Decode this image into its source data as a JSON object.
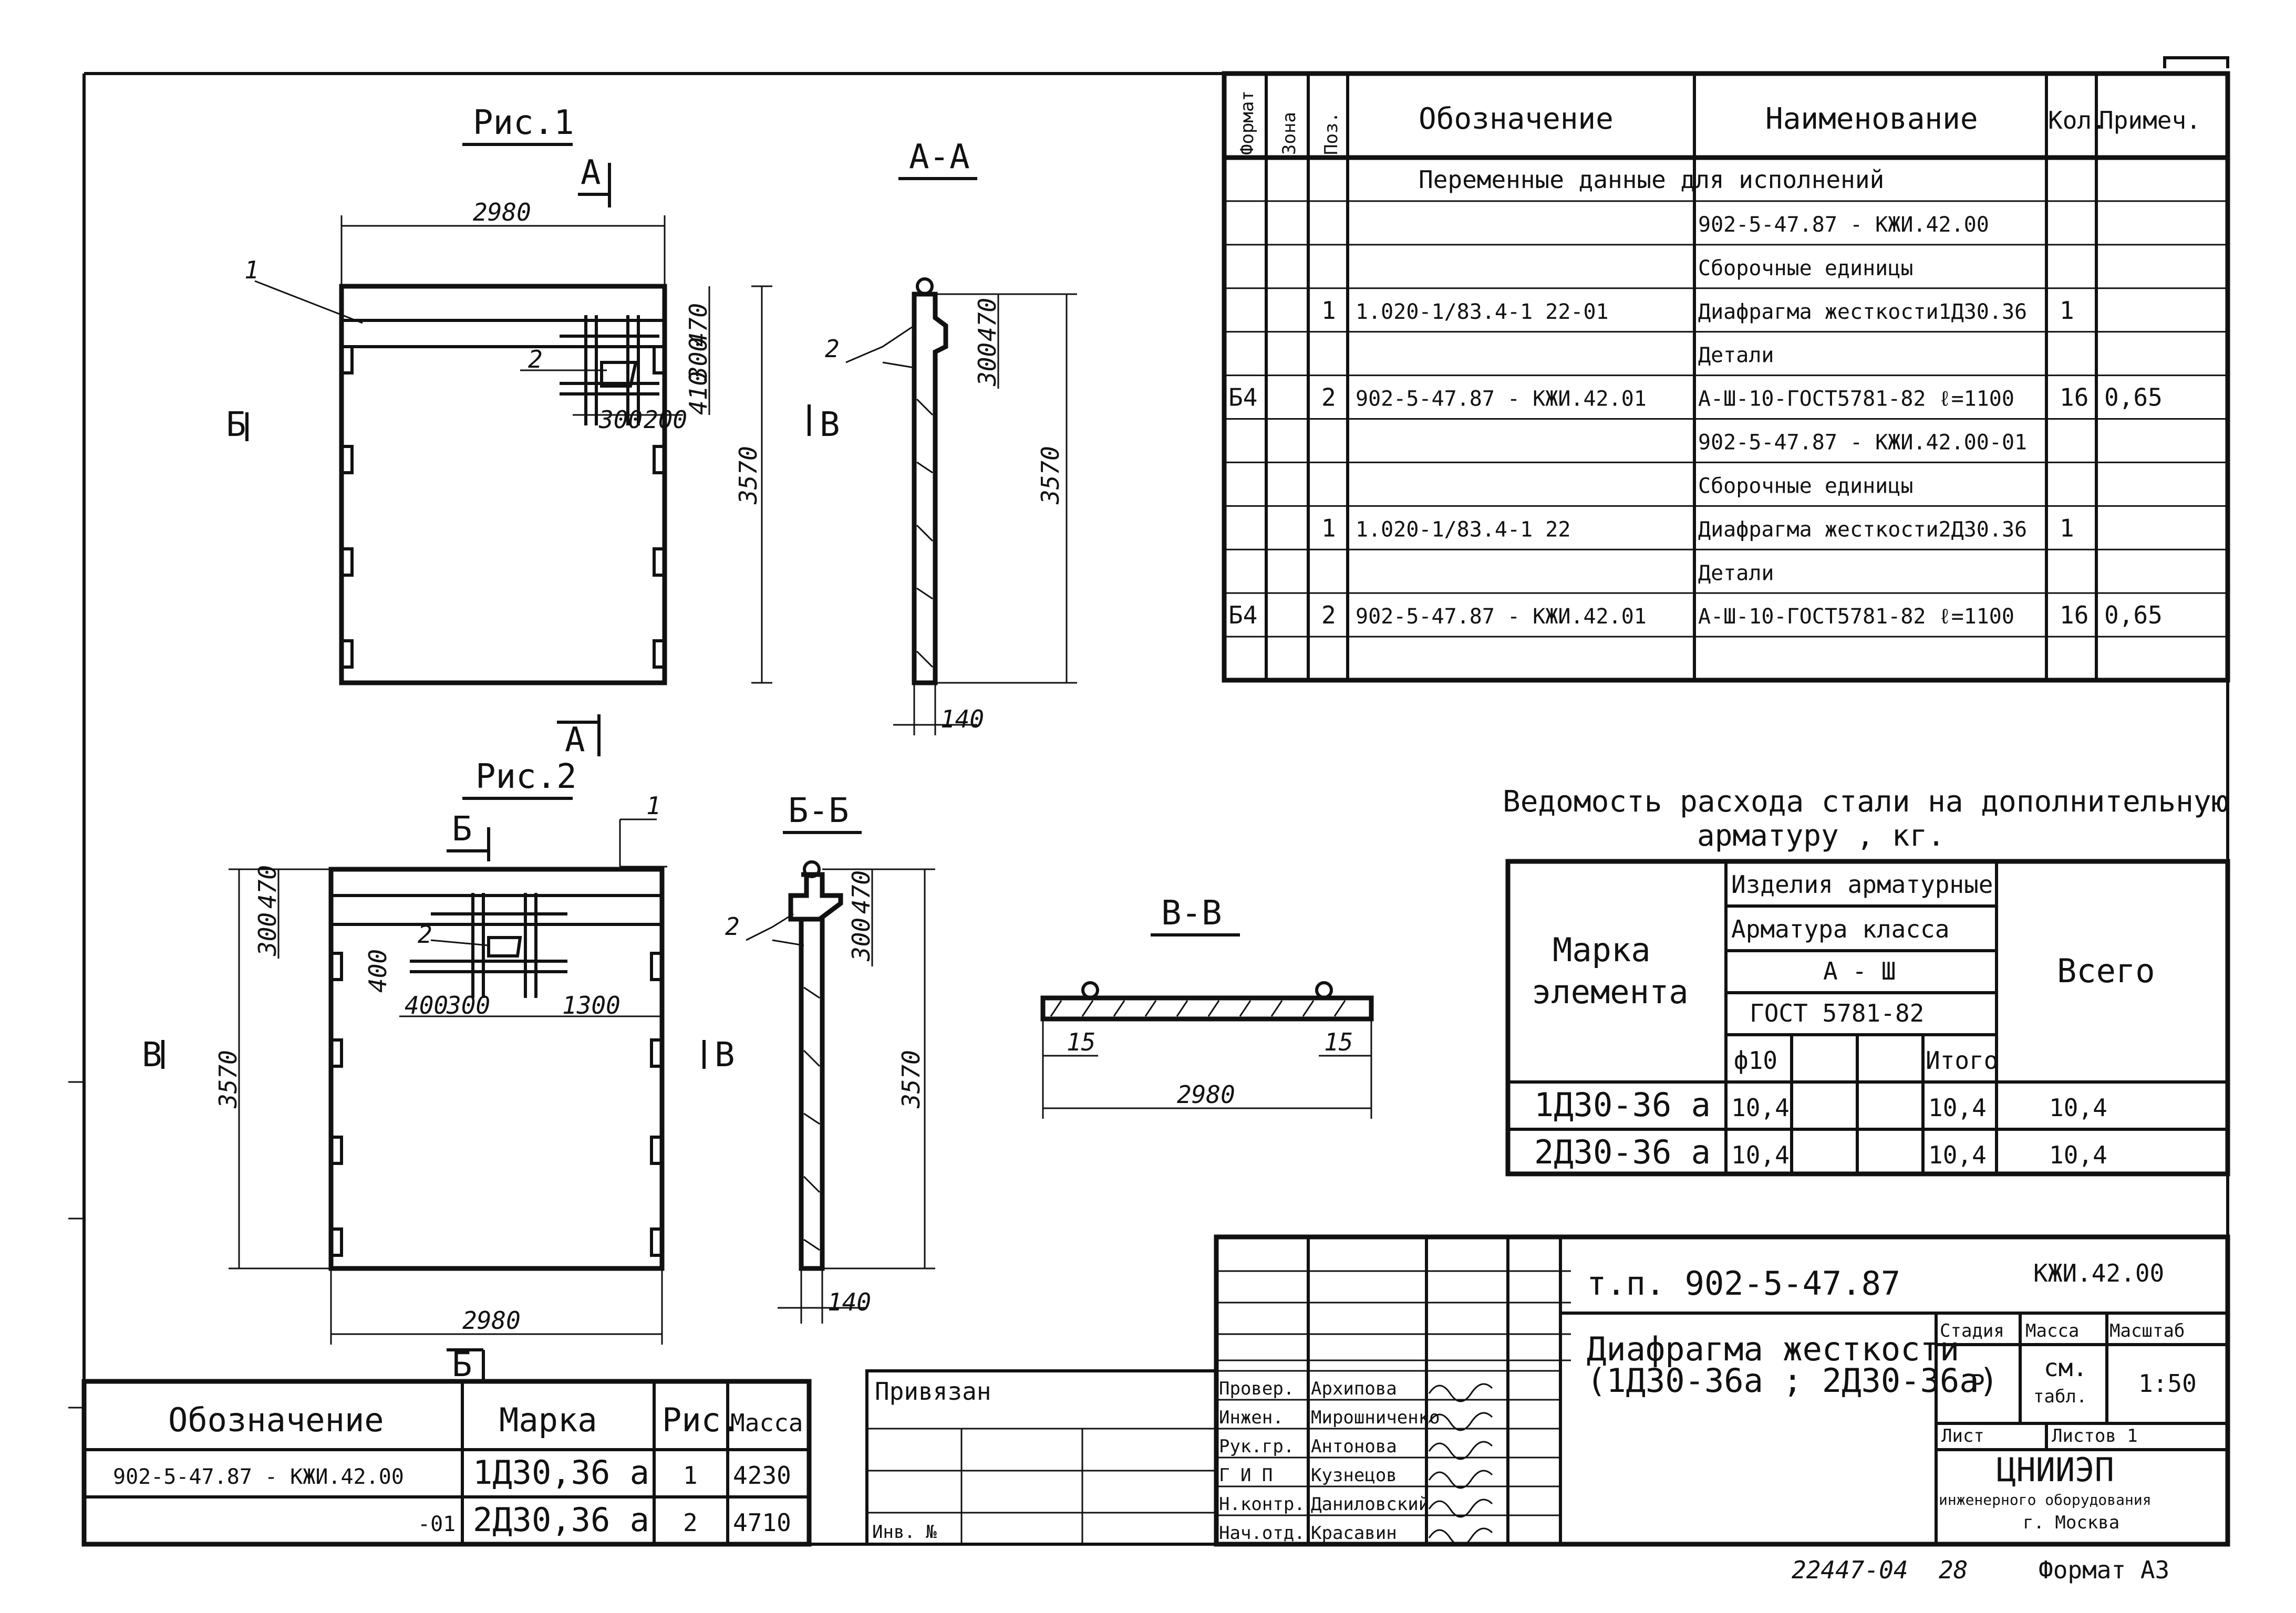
{
  "sheet_number_corner": "",
  "fig1": {
    "title": "Рис.1",
    "section_a": "А",
    "section_b": "Б",
    "section_v": "В",
    "dim_width": "2980",
    "dim_height": "3570",
    "dims_right": [
      "470",
      "300",
      "410"
    ],
    "dims_bottom": [
      "300",
      "200"
    ],
    "label_1": "1",
    "label_2": "2"
  },
  "fig1_section": {
    "title": "А-А",
    "dims": [
      "470",
      "300"
    ],
    "dim_height": "3570",
    "dim_thickness": "140",
    "label_2": "2",
    "label_v": "В"
  },
  "fig2": {
    "title": "Рис.2",
    "dims_left": [
      "470",
      "300"
    ],
    "dim_inner": "400",
    "dims_bottom": [
      "400",
      "300",
      "1300"
    ],
    "dim_height": "3570",
    "dim_width": "2980",
    "label_1": "1",
    "label_2": "2",
    "section_b": "Б",
    "section_v": "В"
  },
  "fig2_section": {
    "title": "Б-Б",
    "dims": [
      "470",
      "300"
    ],
    "dim_height": "3570",
    "dim_thickness": "140",
    "label_2": "2"
  },
  "section_vv": {
    "title": "В-В",
    "dims": [
      "15",
      "15"
    ],
    "dim_width": "2980"
  },
  "spec_table": {
    "headers": [
      "Формат",
      "Зона",
      "Поз.",
      "Обозначение",
      "Наименование",
      "Кол.",
      "Примеч."
    ],
    "rows": [
      {
        "format": "",
        "zone": "",
        "pos": "",
        "code": "",
        "name": "",
        "qty": "",
        "note": "",
        "span": "Переменные данные для исполнений"
      },
      {
        "format": "",
        "zone": "",
        "pos": "",
        "code": "",
        "name": "902-5-47.87 - КЖИ.42.00",
        "qty": "",
        "note": ""
      },
      {
        "format": "",
        "zone": "",
        "pos": "",
        "code": "",
        "name": "Сборочные единицы",
        "qty": "",
        "note": ""
      },
      {
        "format": "",
        "zone": "",
        "pos": "1",
        "code": "1.020-1/83.4-1 22-01",
        "name": "Диафрагма жесткости1Д30.36",
        "qty": "1",
        "note": ""
      },
      {
        "format": "",
        "zone": "",
        "pos": "",
        "code": "",
        "name": "Детали",
        "qty": "",
        "note": ""
      },
      {
        "format": "Б4",
        "zone": "",
        "pos": "2",
        "code": "902-5-47.87 - КЖИ.42.01",
        "name": "А-Ш-10-ГОСТ5781-82 ℓ=1100",
        "qty": "16",
        "note": "0,65"
      },
      {
        "format": "",
        "zone": "",
        "pos": "",
        "code": "",
        "name": "902-5-47.87 - КЖИ.42.00-01",
        "qty": "",
        "note": ""
      },
      {
        "format": "",
        "zone": "",
        "pos": "",
        "code": "",
        "name": "Сборочные единицы",
        "qty": "",
        "note": ""
      },
      {
        "format": "",
        "zone": "",
        "pos": "1",
        "code": "1.020-1/83.4-1 22",
        "name": "Диафрагма жесткости2Д30.36",
        "qty": "1",
        "note": ""
      },
      {
        "format": "",
        "zone": "",
        "pos": "",
        "code": "",
        "name": "Детали",
        "qty": "",
        "note": ""
      },
      {
        "format": "Б4",
        "zone": "",
        "pos": "2",
        "code": "902-5-47.87 - КЖИ.42.01",
        "name": "А-Ш-10-ГОСТ5781-82 ℓ=1100",
        "qty": "16",
        "note": "0,65"
      },
      {
        "format": "",
        "zone": "",
        "pos": "",
        "code": "",
        "name": "",
        "qty": "",
        "note": ""
      }
    ]
  },
  "steel_table": {
    "title_line1": "Ведомость расхода стали на дополнительную",
    "title_line2": "арматуру , кг.",
    "h_mark_1": "Марка",
    "h_mark_2": "элемента",
    "h_products": "Изделия арматурные",
    "h_class": "Арматура класса",
    "h_class_val": "А - Ш",
    "h_gost": "ГОСТ 5781-82",
    "h_d10": "ф10",
    "h_itogo": "Итого",
    "h_total": "Всего",
    "rows": [
      {
        "mark": "1Д30-36 а",
        "d10": "10,4",
        "itogo": "10,4",
        "total": "10,4"
      },
      {
        "mark": "2Д30-36 а",
        "d10": "10,4",
        "itogo": "10,4",
        "total": "10,4"
      }
    ]
  },
  "marks_table": {
    "headers": [
      "Обозначение",
      "Марка",
      "Рис.",
      "Масса"
    ],
    "rows": [
      {
        "code": "902-5-47.87    - КЖИ.42.00",
        "mark": "1Д30,36 а",
        "fig": "1",
        "mass": "4230"
      },
      {
        "code": "-01",
        "mark": "2Д30,36 а",
        "fig": "2",
        "mass": "4710"
      }
    ]
  },
  "binding": {
    "label": "Привязан",
    "inv": "Инв. №"
  },
  "title_block": {
    "project": "т.п. 902-5-47.87",
    "code": "КЖИ.42.00",
    "name_line1": "Диафрагма жесткости",
    "name_line2": "(1Д30-36а ; 2Д30-36а)",
    "h_stage": "Стадия",
    "h_mass": "Масса",
    "h_scale": "Масштаб",
    "stage": "Р",
    "mass_line1": "см.",
    "mass_line2": "табл.",
    "scale": "1:50",
    "sheet": "Лист",
    "sheets": "Листов 1",
    "org1": "ЦНИИЭП",
    "org2": "инженерного оборудования",
    "org3": "г. Москва",
    "signatures": [
      {
        "role": "Провер.",
        "name": "Архипова"
      },
      {
        "role": "Инжен.",
        "name": "Мирошниченко"
      },
      {
        "role": "Рук.гр.",
        "name": "Антонова"
      },
      {
        "role": "Г И П",
        "name": "Кузнецов"
      },
      {
        "role": "Н.контр.",
        "name": "Даниловский"
      },
      {
        "role": "Нач.отд.",
        "name": "Красавин"
      }
    ]
  },
  "footer": {
    "number": "22447-04",
    "page": "28",
    "format": "Формат А3"
  }
}
